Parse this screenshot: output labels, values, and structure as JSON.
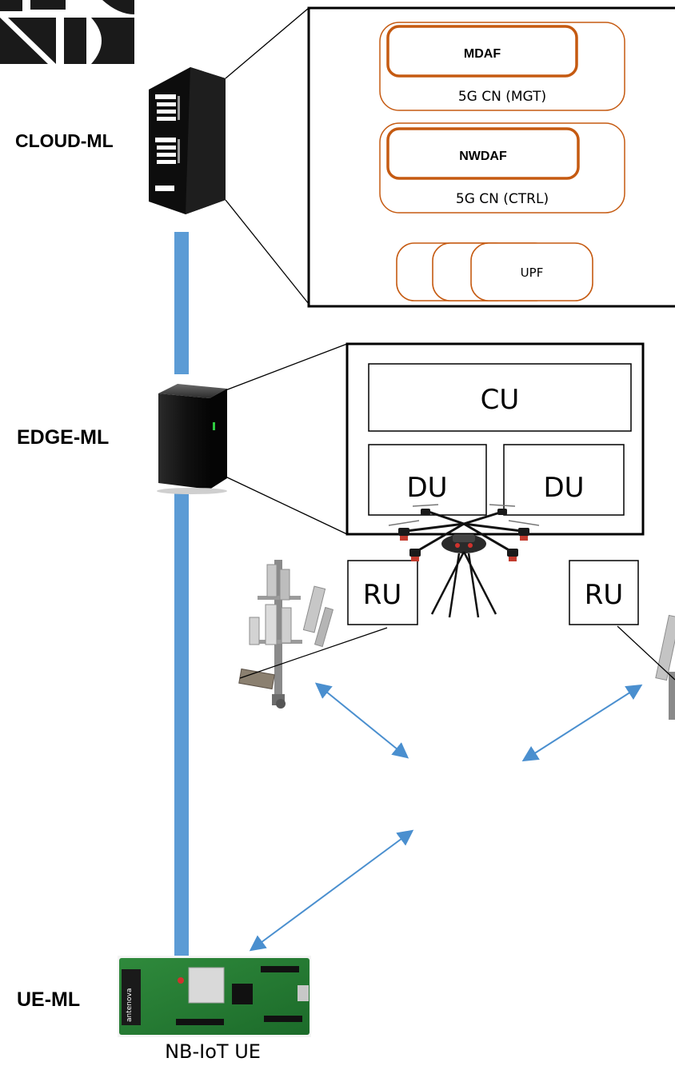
{
  "tiers": {
    "cloud": "CLOUD-ML",
    "edge": "EDGE-ML",
    "ue": "UE-ML"
  },
  "cloud_box": {
    "mgt": {
      "function": "MDAF",
      "plane": "5G CN (MGT)"
    },
    "ctrl": {
      "function": "NWDAF",
      "plane": "5G CN (CTRL)"
    },
    "user": {
      "function": "UPF"
    }
  },
  "edge_box": {
    "cu": "CU",
    "du_left": "DU",
    "du_right": "DU"
  },
  "ru": {
    "left": "RU",
    "right": "RU"
  },
  "device": {
    "caption": "NB-IoT UE",
    "module_text": "antenova"
  },
  "colors": {
    "link": "#5b9bd5",
    "core_box": "#c55a11",
    "box_stroke": "#000000",
    "arrow": "#4a8fcf"
  },
  "icons": [
    "logo-icon",
    "server-rack-icon",
    "edge-server-icon",
    "cell-tower-icon",
    "drone-icon",
    "iot-board-icon"
  ]
}
